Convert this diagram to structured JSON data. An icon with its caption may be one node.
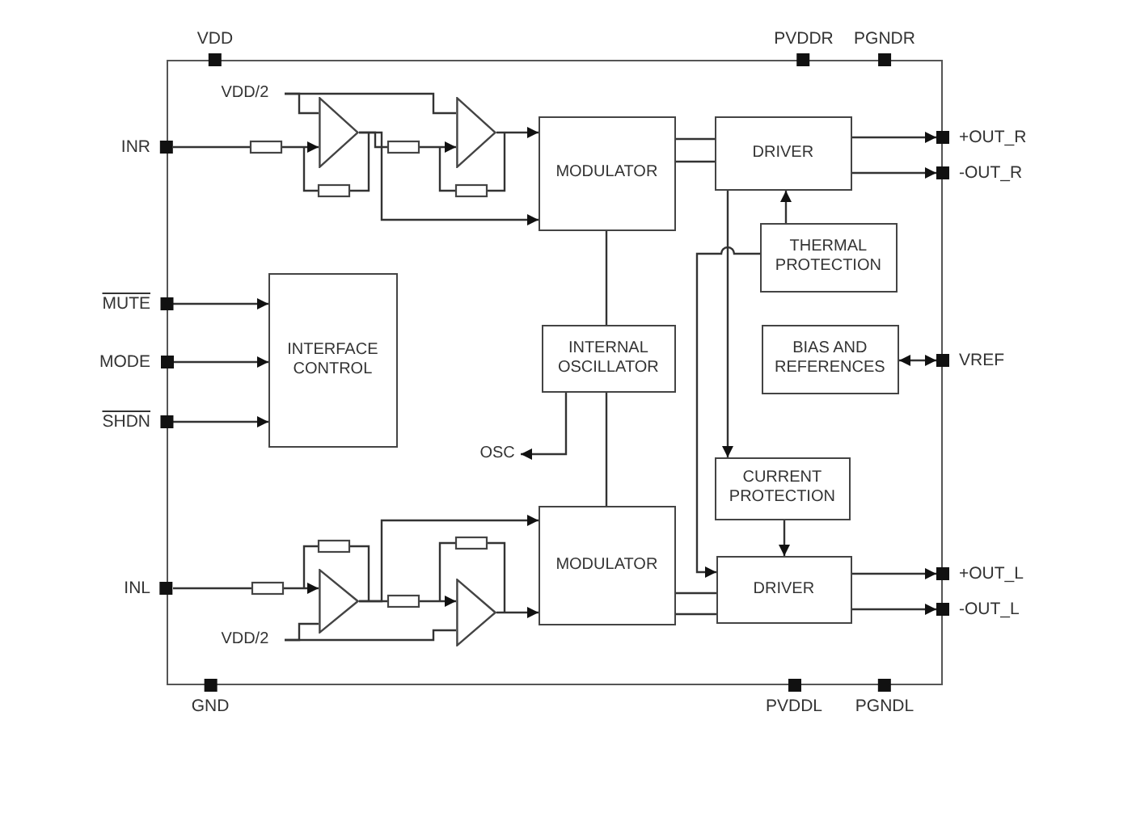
{
  "diagram": {
    "nodes": [
      {
        "text": [],
        "shape": "box"
      },
      {
        "text": [
          "VDD"
        ]
      },
      {
        "text": [
          "PVDDR"
        ]
      },
      {
        "text": [
          "PGNDR"
        ]
      },
      {
        "text": [
          "INR"
        ]
      },
      {
        "text": [
          "VDD/2"
        ],
        "in": 0
      },
      {
        "text": [],
        "shape": "triangle",
        "in": 0
      },
      {
        "text": [],
        "shape": "triangle",
        "in": 0
      },
      {
        "text": [
          "MODULATOR"
        ],
        "in": 0
      },
      {
        "text": [
          "DRIVER"
        ],
        "in": 0
      },
      {
        "text": [
          "+OUT_R"
        ]
      },
      {
        "text": [
          "-OUT_R"
        ]
      },
      {
        "text": [
          "THERMAL PROTECTION"
        ],
        "in": 0
      },
      {
        "text": [
          "MUTE"
        ]
      },
      {
        "text": [
          "MODE"
        ]
      },
      {
        "text": [
          "SHDN"
        ]
      },
      {
        "text": [
          "INTERFACE CONTROL"
        ],
        "in": 0
      },
      {
        "text": [
          "INTERNAL OSCILLATOR"
        ],
        "in": 0
      },
      {
        "text": [
          "BIAS AND REFERENCES"
        ],
        "in": 0
      },
      {
        "text": [
          "VREF"
        ]
      },
      {
        "text": [
          "OSC"
        ],
        "in": 0
      },
      {
        "text": [
          "CURRENT PROTECTION"
        ],
        "in": 0
      },
      {
        "text": [],
        "shape": "triangle",
        "in": 0
      },
      {
        "text": [],
        "shape": "triangle",
        "in": 0
      },
      {
        "text": [
          "INL"
        ]
      },
      {
        "text": [
          "MODULATOR"
        ],
        "in": 0
      },
      {
        "text": [
          "DRIVER"
        ],
        "in": 0
      },
      {
        "text": [
          "+OUT_L"
        ]
      },
      {
        "text": [
          "-OUT_L"
        ]
      },
      {
        "text": [
          "VDD/2"
        ],
        "in": 0
      },
      {
        "text": [
          "GND"
        ]
      },
      {
        "text": [
          "PVDDL"
        ]
      },
      {
        "text": [
          "PGNDL"
        ]
      }
    ],
    "edges": [
      {
        "from": 4,
        "to": 6,
        "arrow": "to"
      },
      {
        "from": 5,
        "to": 6,
        "arrow": "none"
      },
      {
        "from": 5,
        "to": 7,
        "arrow": "none"
      },
      {
        "from": 6,
        "to": 7,
        "arrow": "to"
      },
      {
        "from": 7,
        "to": 8,
        "arrow": "to"
      },
      {
        "from": 6,
        "to": 8,
        "arrow": "to"
      },
      {
        "from": 8,
        "to": 9,
        "arrow": "none"
      },
      {
        "from": 8,
        "to": 9,
        "arrow": "none"
      },
      {
        "from": 9,
        "to": 10,
        "arrow": "to"
      },
      {
        "from": 9,
        "to": 11,
        "arrow": "to"
      },
      {
        "from": 12,
        "to": 9,
        "arrow": "to"
      },
      {
        "from": 12,
        "to": 26,
        "arrow": "to"
      },
      {
        "from": 9,
        "to": 21,
        "arrow": "to"
      },
      {
        "from": 21,
        "to": 26,
        "arrow": "to"
      },
      {
        "from": 13,
        "to": 16,
        "arrow": "to"
      },
      {
        "from": 14,
        "to": 16,
        "arrow": "to"
      },
      {
        "from": 15,
        "to": 16,
        "arrow": "to"
      },
      {
        "from": 8,
        "to": 17,
        "arrow": "none"
      },
      {
        "from": 17,
        "to": 25,
        "arrow": "none"
      },
      {
        "from": 17,
        "to": 20,
        "arrow": "to"
      },
      {
        "from": 18,
        "to": 19,
        "arrow": "both"
      },
      {
        "from": 24,
        "to": 22,
        "arrow": "to"
      },
      {
        "from": 29,
        "to": 22,
        "arrow": "none"
      },
      {
        "from": 29,
        "to": 23,
        "arrow": "none"
      },
      {
        "from": 22,
        "to": 23,
        "arrow": "to"
      },
      {
        "from": 23,
        "to": 25,
        "arrow": "to"
      },
      {
        "from": 22,
        "to": 25,
        "arrow": "to"
      },
      {
        "from": 25,
        "to": 26,
        "arrow": "none"
      },
      {
        "from": 25,
        "to": 26,
        "arrow": "none"
      },
      {
        "from": 26,
        "to": 27,
        "arrow": "to"
      },
      {
        "from": 26,
        "to": 28,
        "arrow": "to"
      }
    ]
  }
}
